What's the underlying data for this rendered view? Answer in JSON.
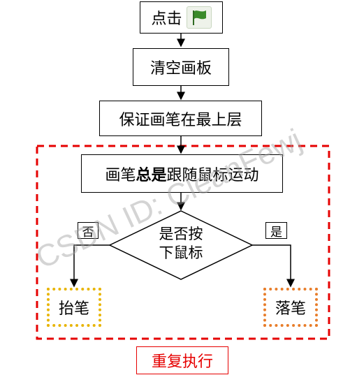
{
  "nodes": {
    "click": "点击",
    "flag_icon": "green-flag",
    "clear": "清空画板",
    "top_layer": "保证画笔在最上层",
    "follow_pre": "画笔",
    "follow_bold": "总是",
    "follow_post": "跟随鼠标运动",
    "decision_line1": "是否按",
    "decision_line2": "下鼠标",
    "no_label": "否",
    "yes_label": "是",
    "pen_up": "抬笔",
    "pen_down": "落笔",
    "repeat": "重复执行"
  },
  "watermark": "CSDN ID: CleanFewj",
  "colors": {
    "loop_border": "#e60000",
    "pen_up_border": "#e8b400",
    "pen_down_border": "#e87d2a",
    "flag": "#3a8a2a"
  }
}
